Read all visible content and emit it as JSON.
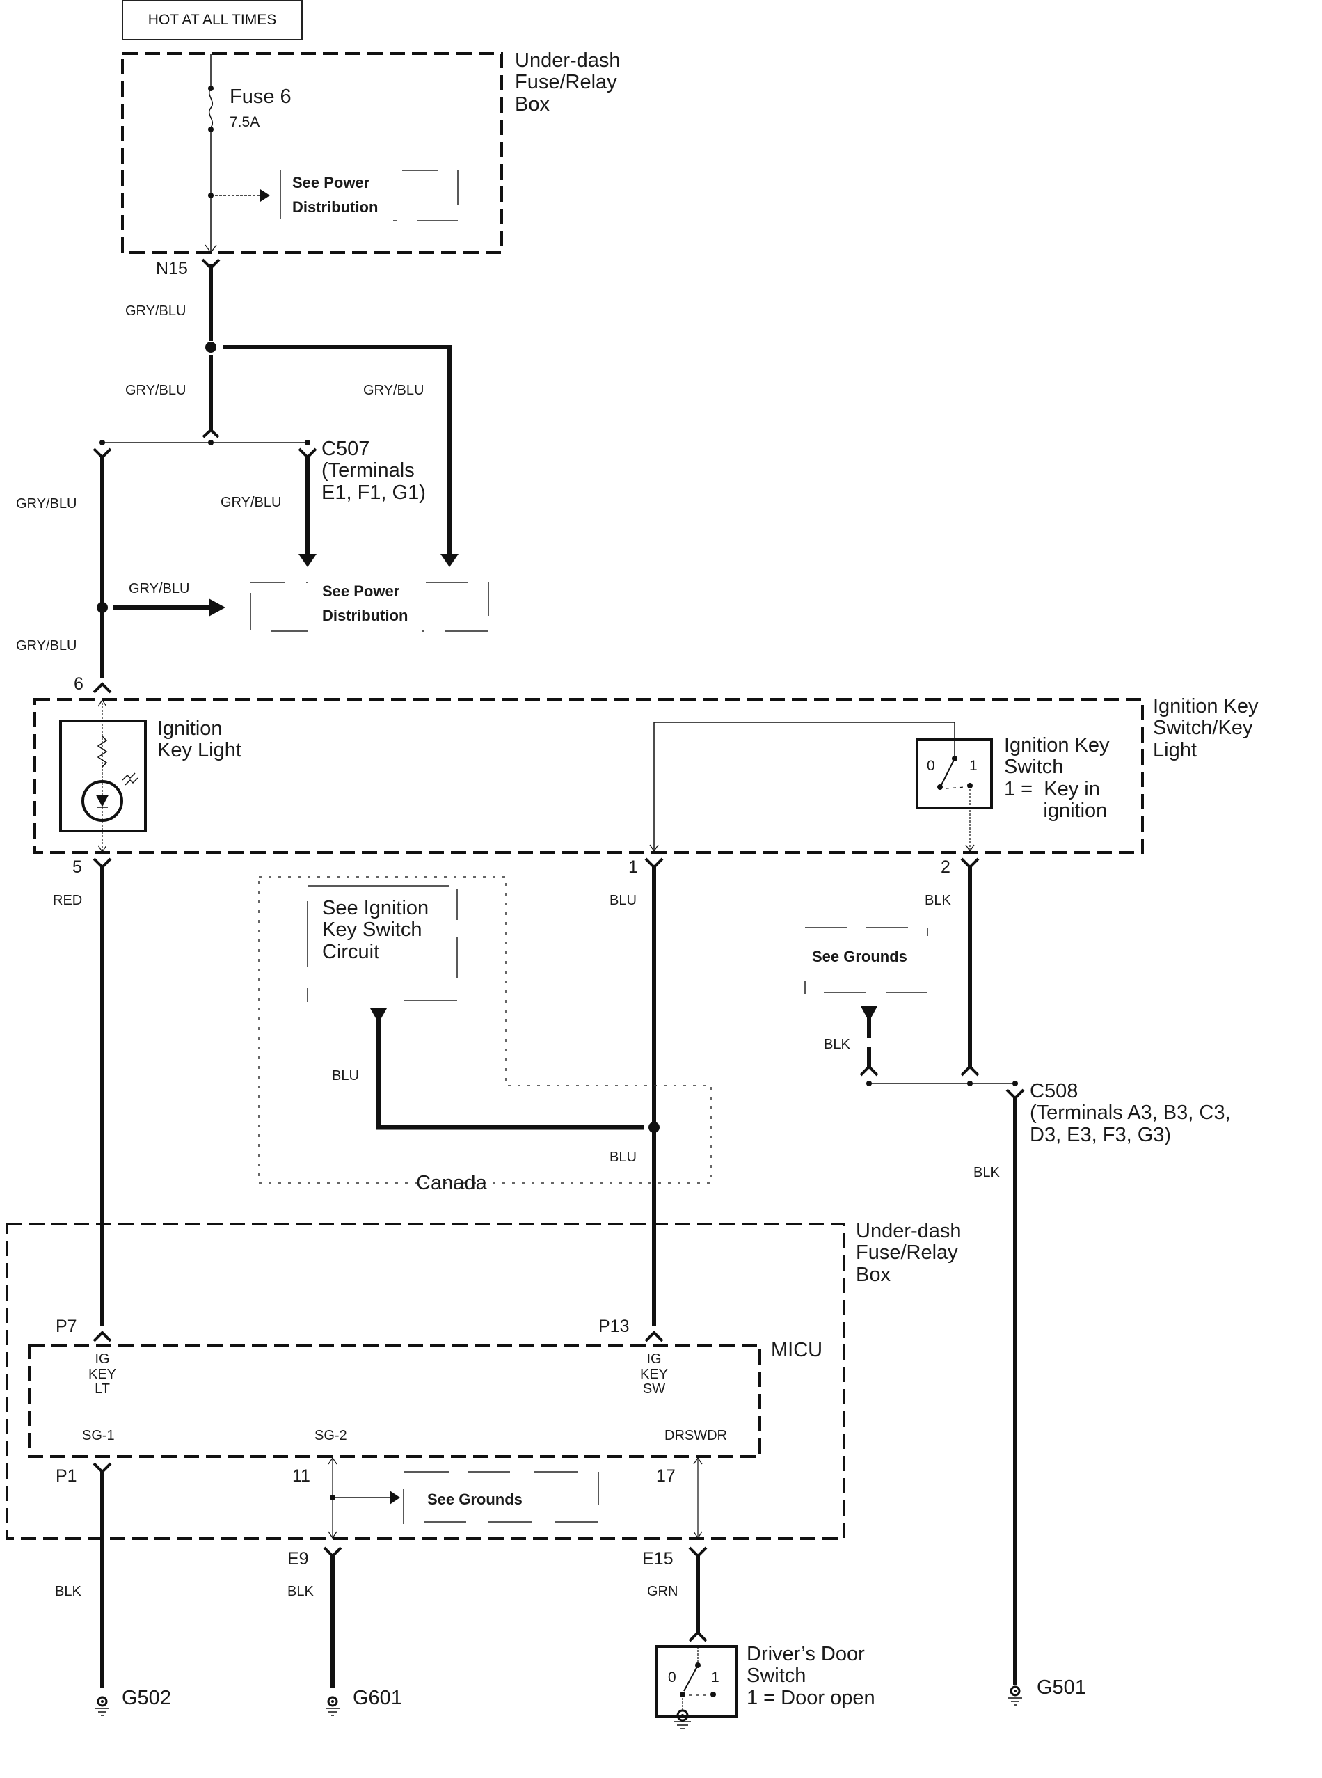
{
  "diagram": {
    "power_source": "HOT AT ALL TIMES",
    "upper_box": {
      "label": "Under-dash\nFuse/Relay\nBox"
    },
    "fuse": {
      "name": "Fuse 6",
      "rating": "7.5A"
    },
    "refs": {
      "power_dist_1": "See Power\nDistribution",
      "power_dist_2": "See Power\nDistribution",
      "ignition_key_switch_circuit": "See Ignition\nKey Switch\nCircuit",
      "grounds_1": "See Grounds",
      "grounds_2": "See Grounds"
    },
    "connectors": {
      "n15": "N15",
      "c507": "C507\n(Terminals\nE1, F1, G1)",
      "c508": "C508\n(Terminals A3, B3, C3,\nD3, E3, F3, G3)",
      "pin6": "6",
      "pin5": "5",
      "pin1": "1",
      "pin2": "2",
      "p7": "P7",
      "p13": "P13",
      "p1": "P1",
      "pin11": "11",
      "pin17": "17",
      "e9": "E9",
      "e15": "E15"
    },
    "wires": {
      "w_n15": "GRY/BLU",
      "w_mid": "GRY/BLU",
      "w_right": "GRY/BLU",
      "w_left": "GRY/BLU",
      "w_c507": "GRY/BLU",
      "w_arrow": "GRY/BLU",
      "w_pin6": "GRY/BLU",
      "w_red": "RED",
      "w_blu1": "BLU",
      "w_blk2": "BLK",
      "w_canada_blu": "BLU",
      "w_blu_low": "BLU",
      "w_blk_ground_ref": "BLK",
      "w_blk_c508": "BLK",
      "w_blk_p1": "BLK",
      "w_blk_e9": "BLK",
      "w_grn": "GRN"
    },
    "ignition_assembly": {
      "label": "Ignition Key\nSwitch/Key\nLight",
      "key_light": "Ignition\nKey Light",
      "key_switch": "Ignition Key\nSwitch\n1 =  Key in\n       ignition",
      "switch_pos0": "0",
      "switch_pos1": "1"
    },
    "canada": "Canada",
    "lower_box": {
      "label": "Under-dash\nFuse/Relay\nBox"
    },
    "micu": {
      "label": "MICU",
      "ig_key_lt": "IG\nKEY\nLT",
      "ig_key_sw": "IG\nKEY\nSW",
      "sg1": "SG-1",
      "sg2": "SG-2",
      "drswdr": "DRSWDR"
    },
    "door_switch": {
      "label": "Driver’s Door\nSwitch\n1 = Door open",
      "pos0": "0",
      "pos1": "1"
    },
    "grounds": {
      "g502": "G502",
      "g601": "G601",
      "g501": "G501"
    }
  }
}
